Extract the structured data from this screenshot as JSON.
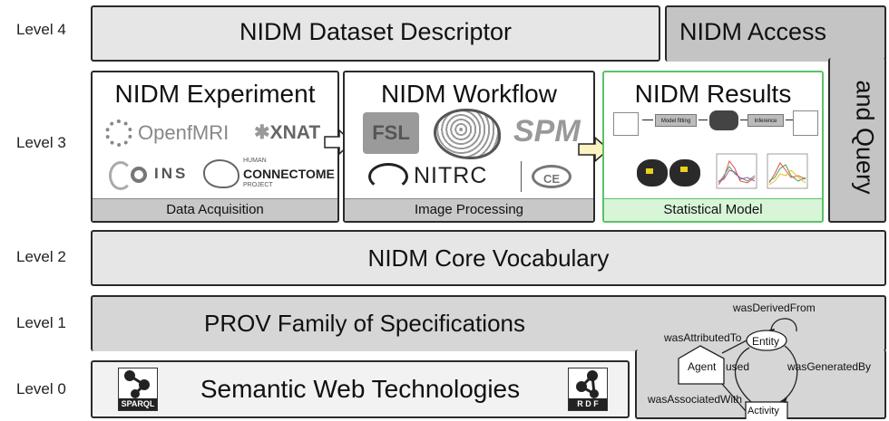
{
  "levels": [
    "Level 4",
    "Level 3",
    "Level 2",
    "Level 1",
    "Level 0"
  ],
  "level4": {
    "dataset_descriptor": "NIDM Dataset Descriptor",
    "access_line1": "NIDM Access",
    "access_line2": "and Query"
  },
  "level3": {
    "experiment": {
      "title": "NIDM Experiment",
      "footer": "Data Acquisition",
      "logos": {
        "openfmri": "OpenfMRI",
        "xnat": "XNAT",
        "ins": "INS",
        "hcp_top": "HUMAN",
        "hcp_main": "CONNECTOME",
        "hcp_bottom": "PROJECT"
      }
    },
    "workflow": {
      "title": "NIDM Workflow",
      "footer": "Image Processing",
      "logos": {
        "fsl": "FSL",
        "spm": "SPM",
        "nitrc": "NITRC",
        "ce": "CE"
      }
    },
    "results": {
      "title": "NIDM Results",
      "footer": "Statistical Model",
      "flow": {
        "model_fitting": "Model fitting",
        "inference": "Inference"
      }
    }
  },
  "level2": {
    "title": "NIDM Core Vocabulary"
  },
  "level1": {
    "title": "PROV Family of Specifications",
    "prov": {
      "entity": "Entity",
      "agent": "Agent",
      "activity": "Activity",
      "was_derived_from": "wasDerivedFrom",
      "was_attributed_to": "wasAttributedTo",
      "used": "used",
      "was_generated_by": "wasGeneratedBy",
      "was_associated_with": "wasAssociatedWith"
    }
  },
  "level0": {
    "title": "Semantic Web Technologies",
    "sparql": "SPARQL",
    "rdf": "R D F"
  },
  "colors": {
    "results_border": "#5bc26a",
    "results_fill": "#d8f5d8"
  }
}
